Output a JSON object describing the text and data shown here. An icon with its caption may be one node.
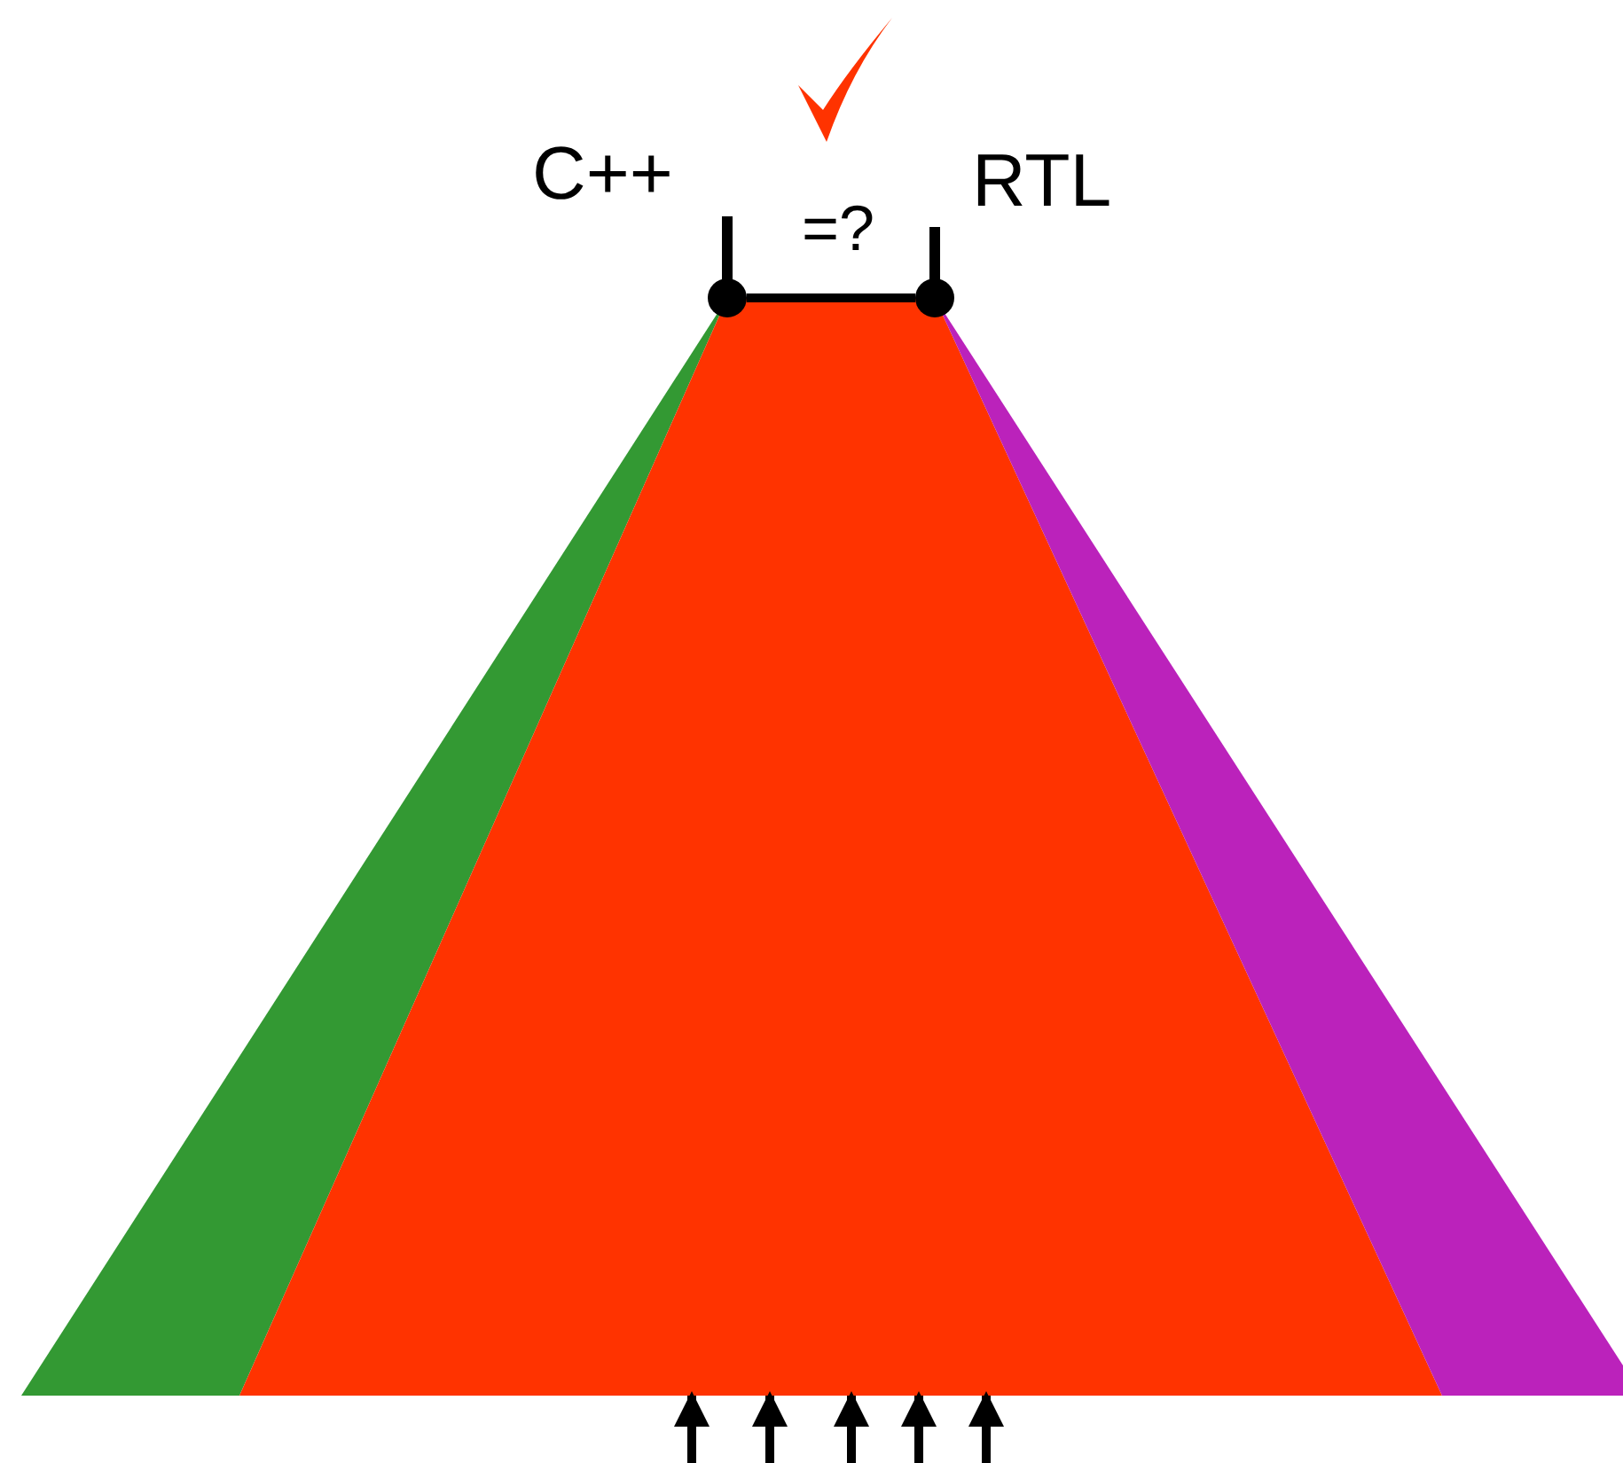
{
  "diagram": {
    "nodes": [
      {
        "text": [],
        "shape": "triangle"
      },
      {
        "text": [],
        "shape": "trapezoid"
      },
      {
        "text": [],
        "shape": "triangle"
      },
      {
        "text": [],
        "shape": "circle"
      },
      {
        "text": [],
        "shape": "circle"
      }
    ],
    "edges": [
      {
        "from": 3,
        "to": 4,
        "arrow": "none"
      },
      {
        "from": null,
        "to": 1,
        "arrow": "to"
      },
      {
        "from": null,
        "to": 1,
        "arrow": "to"
      },
      {
        "from": null,
        "to": 1,
        "arrow": "to"
      },
      {
        "from": null,
        "to": 1,
        "arrow": "to"
      },
      {
        "from": null,
        "to": 1,
        "arrow": "to"
      }
    ],
    "labels": [
      "C++",
      "=?",
      "RTL"
    ]
  }
}
